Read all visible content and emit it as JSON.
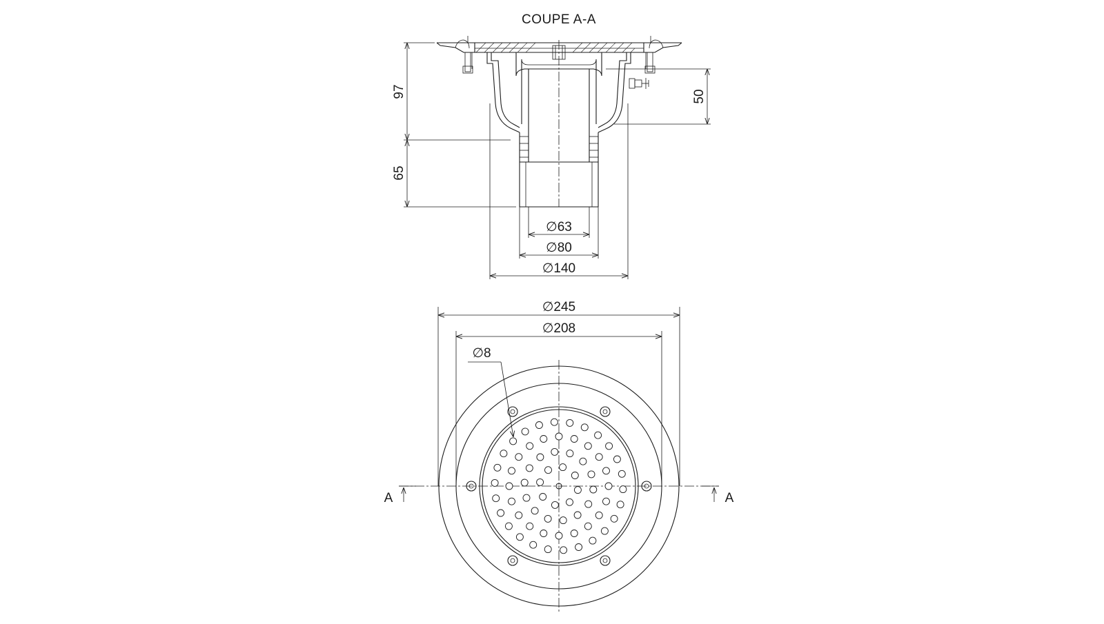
{
  "section_title": "COUPE A-A",
  "dimensions": {
    "height_upper": "97",
    "height_lower": "65",
    "height_right": "50",
    "dia_63": "∅63",
    "dia_80": "∅80",
    "dia_140": "∅140",
    "dia_245": "∅245",
    "dia_208": "∅208",
    "dia_8": "∅8"
  },
  "section_marker_left": "A",
  "section_marker_right": "A"
}
